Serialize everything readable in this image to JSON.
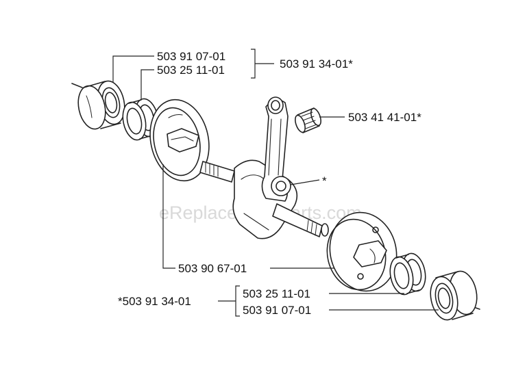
{
  "watermark": "eReplacementParts.com",
  "colors": {
    "ink": "#111111",
    "line": "#222222",
    "watermark": "#d9d9d9"
  },
  "callouts": {
    "bearing_top": "503 91 07-01",
    "race_top": "503 25 11-01",
    "kit_top": "503 91 34-01*",
    "needle_bearing": "503 41 41-01*",
    "conrod_mark": "*",
    "crankshaft": "503 90 67-01",
    "kit_bottom": "*503 91 34-01",
    "race_bottom": "503 25 11-01",
    "bearing_bottom": "503 91 07-01"
  }
}
